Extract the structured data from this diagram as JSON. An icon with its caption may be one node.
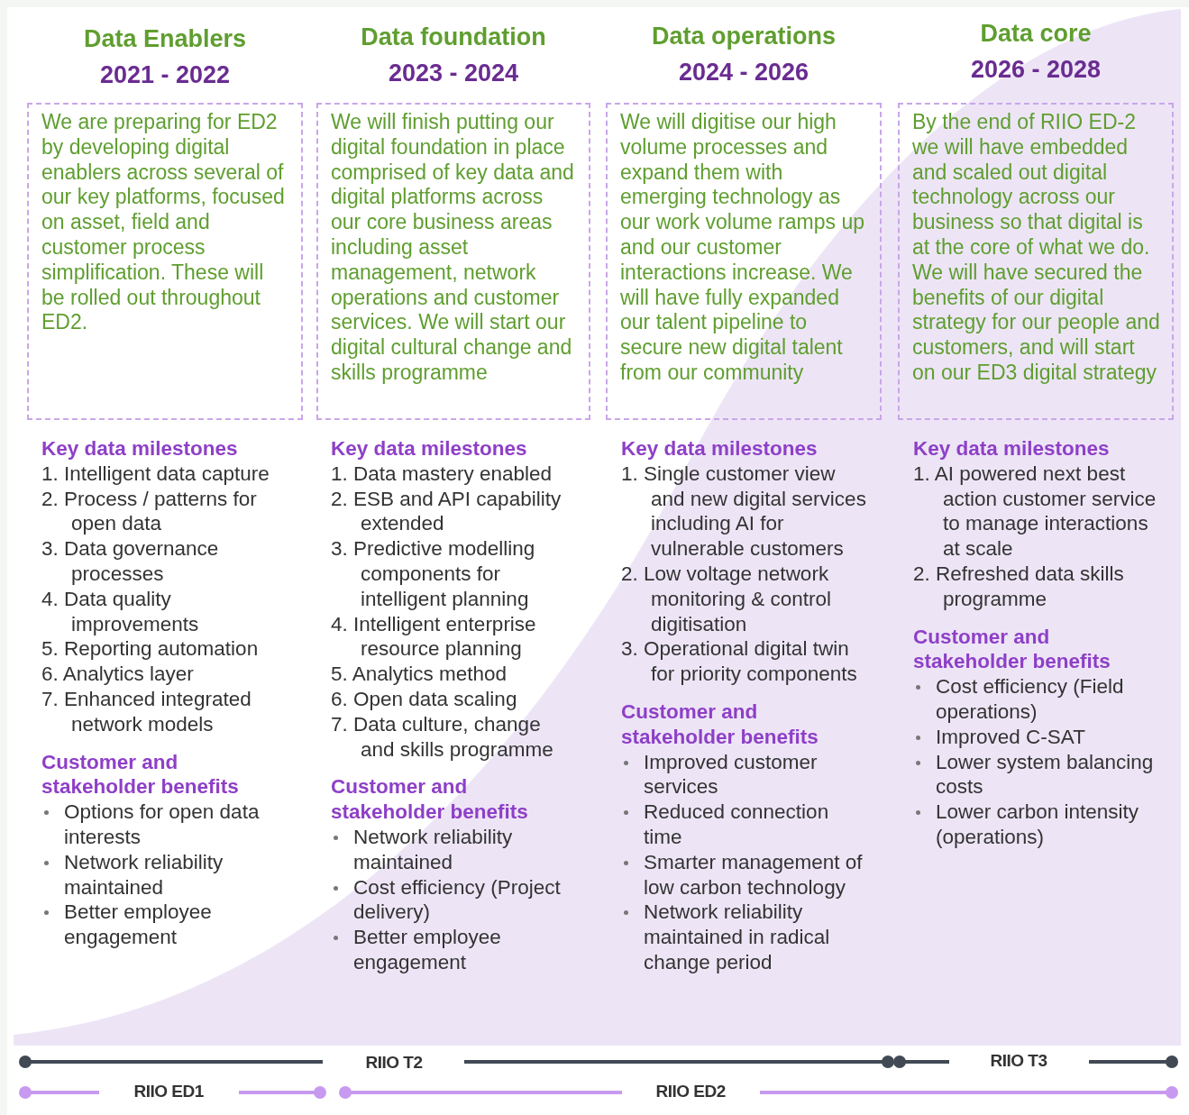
{
  "diagram": {
    "nodes": [
      {
        "text": [
          "Data Enablers",
          "2021 - 2022",
          "We are preparing for ED2 by developing digital enablers across several of our key platforms, focused on asset, field and customer process simplification. These will be rolled out throughout ED2."
        ]
      },
      {
        "text": [
          "Data foundation",
          "2023 - 2024",
          "We will finish putting our digital foundation in place comprised of key data and digital platforms across our core business areas including asset management, network operations and customer services. We will start our digital cultural change and skills programme"
        ]
      },
      {
        "text": [
          "Data operations",
          "2024 - 2026",
          "We will digitise our high volume processes and expand them with emerging technology as our work volume ramps up and our customer interactions increase. We will have fully expanded our talent pipeline to secure new digital talent from our community"
        ]
      },
      {
        "text": [
          "Data core",
          "2026 - 2028",
          "By the end of RIIO ED-2 we will have embedded and scaled out digital technology across our business so that digital is at the core of what we do. We will have secured the benefits of our digital strategy for our people and customers, and will start on our ED3 digital strategy"
        ]
      }
    ],
    "edges": [],
    "labels": [
      "Key data milestones",
      "1. Intelligent data capture",
      "2. Process / patterns for open data",
      "3. Data governance processes",
      "4. Data quality improvements",
      "5. Reporting automation",
      "6. Analytics layer",
      "7. Enhanced integrated network models",
      "Customer and stakeholder benefits",
      "Options for open data interests",
      "Network reliability maintained",
      "Better employee engagement",
      "Key data milestones",
      "1. Data mastery enabled",
      "2. ESB and API capability extended",
      "3. Predictive modelling components for intelligent planning",
      "4. Intelligent enterprise resource planning",
      "5. Analytics method",
      "6. Open data scaling",
      "7. Data culture, change and skills programme",
      "Customer and stakeholder benefits",
      "Network reliability maintained",
      "Cost efficiency (Project delivery)",
      "Better employee engagement",
      "Key data milestones",
      "1. Single customer view and new digital services including AI for vulnerable customers",
      "2. Low voltage network monitoring & control digitisation",
      "3. Operational digital twin for priority components",
      "Customer and stakeholder benefits",
      "Improved customer services",
      "Reduced connection time",
      "Smarter management of low carbon technology",
      "Network reliability maintained in radical change period",
      "Key data milestones",
      "1. AI powered next best action customer service to manage interactions at scale",
      "2. Refreshed data skills programme",
      "Customer and stakeholder benefits",
      "Cost efficiency (Field operations)",
      "Improved C-SAT",
      "Lower system balancing costs",
      "Lower carbon intensity (operations)",
      "RIIO T2",
      "RIIO T3",
      "RIIO ED1",
      "RIIO ED2"
    ]
  }
}
